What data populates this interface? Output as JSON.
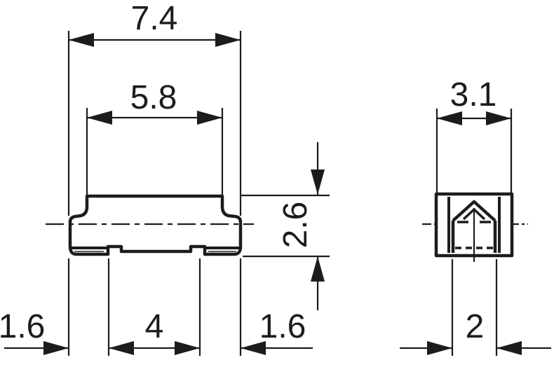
{
  "drawing": {
    "title": "component-package-outline-drawing",
    "style": {
      "line_color": "#1c1c1c",
      "thin_line_color": "#5a5a5a",
      "background_color": "#ffffff"
    },
    "front_view": {
      "name": "front-view",
      "dimensions": {
        "overall_width": "7.4",
        "lid_width": "5.8",
        "height": "2.6",
        "left_terminal_width": "1.6",
        "center_terminal_width": "4",
        "right_terminal_width": "1.6"
      }
    },
    "side_view": {
      "name": "side-view",
      "dimensions": {
        "overall_depth": "3.1",
        "bottom_terminal_depth": "2"
      }
    }
  }
}
